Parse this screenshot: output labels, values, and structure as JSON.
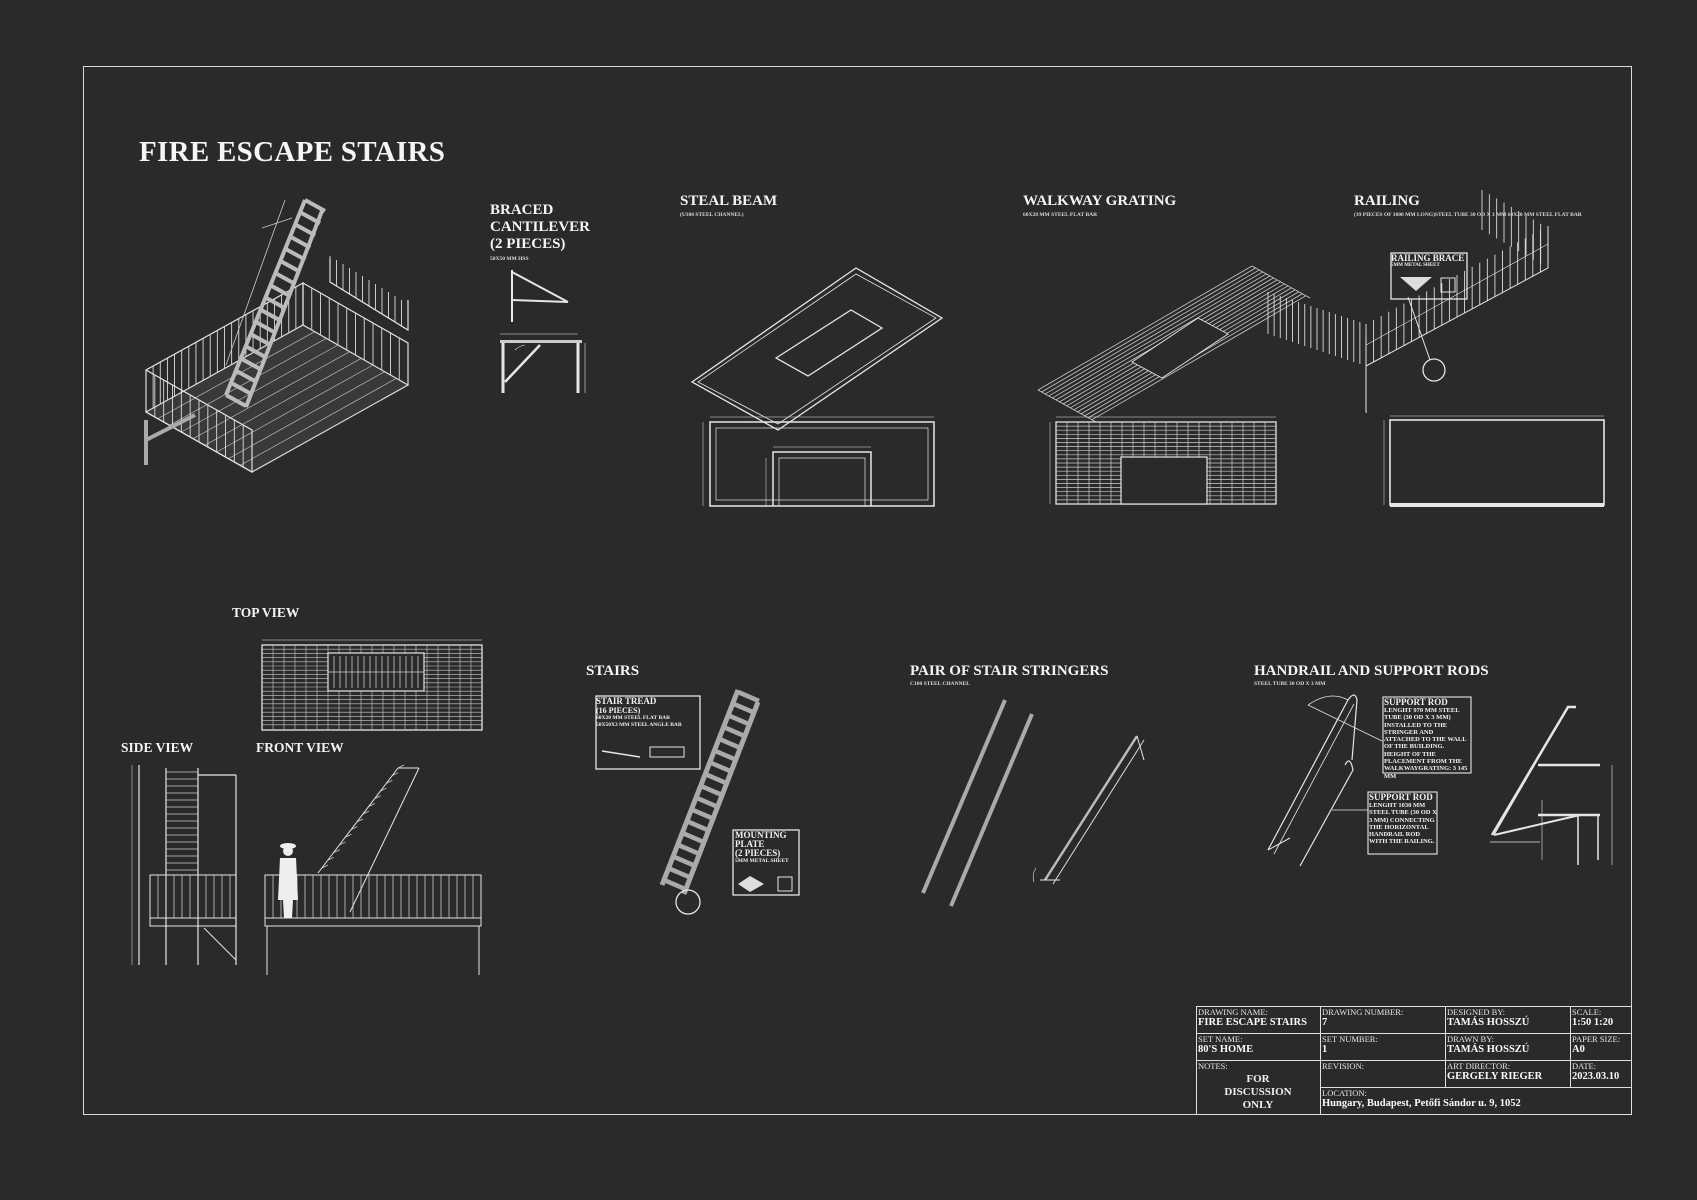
{
  "drawing": {
    "title": "FIRE ESCAPE STAIRS",
    "sections": {
      "braced_cantilever": {
        "title_lines": [
          "BRACED",
          "CANTILEVER",
          "(2 PIECES)"
        ],
        "spec": "50X50 MM HSS"
      },
      "steal_beam": {
        "title": "STEAL BEAM",
        "spec": "(U100 STEEL CHANNEL)"
      },
      "walkway_grating": {
        "title": "WALKWAY GRATING",
        "spec": "60X20 MM STEEL FLAT BAR"
      },
      "railing": {
        "title": "RAILING",
        "spec": "(39 PIECES OF 1000 MM LONG)STEEL TUBE 30 OD X 3 MM 60X20 MM STEEL FLAT BAR",
        "callout": "RAILING BRACE",
        "callout_spec": "5MM METAL SHEET"
      },
      "top_view": {
        "title": "TOP VIEW"
      },
      "side_view": {
        "title": "SIDE VIEW"
      },
      "front_view": {
        "title": "FRONT VIEW"
      },
      "stairs": {
        "title": "STAIRS",
        "tread_callout": {
          "title": "STAIR TREAD",
          "lines": [
            "(16 PIECES)",
            "60X20 MM STEEL FLAT BAR",
            "50X50X3 MM STEEL ANGLE BAR"
          ]
        },
        "plate_callout": {
          "title_lines": [
            "MOUNTING",
            "PLATE",
            "(2 PIECES)"
          ],
          "spec": "5MM METAL SHEET"
        }
      },
      "stringers": {
        "title": "PAIR OF STAIR STRINGERS",
        "spec": "C100 STEEL CHANNEL"
      },
      "handrail": {
        "title": "HANDRAIL AND SUPPORT RODS",
        "spec": "STEEL TUBE 30 OD X 3 MM",
        "support_rod_1": {
          "title": "SUPPORT ROD",
          "text": "LENGHT 970 MM STEEL TUBE (30 OD X 3 MM) INSTALLED TO THE STRINGER AND ATTACHED TO THE WALL OF THE BUILDING. HEIGHT OF THE PLACEMENT FROM THE WALKWAYGRATING: 3 145 MM"
        },
        "support_rod_2": {
          "title": "SUPPORT ROD",
          "text": "LENGHT 1030 MM STEEL TUBE (30 OD X 3 MM) CONNECTING THE HORIZONTAL HANDRAIL ROD WITH THE RAILING."
        }
      }
    }
  },
  "title_block": {
    "drawing_name_label": "DRAWING NAME:",
    "drawing_name": "FIRE ESCAPE STAIRS",
    "drawing_number_label": "DRAWING  NUMBER:",
    "drawing_number": "7",
    "designed_by_label": "DESIGNED BY:",
    "designed_by": "TAMÁS HOSSZÚ",
    "scale_label": "SCALE:",
    "scale": "1:50 1:20",
    "set_name_label": "SET NAME:",
    "set_name": "80'S HOME",
    "set_number_label": "SET NUMBER:",
    "set_number": "1",
    "drawn_by_label": "DRAWN BY:",
    "drawn_by": "TAMÁS HOSSZÚ",
    "paper_size_label": "PAPER SIZE:",
    "paper_size": "A0",
    "notes_label": "NOTES:",
    "notes": "FOR DISCUSSION ONLY",
    "revision_label": "REVISION:",
    "revision": "",
    "art_director_label": "ART DIRECTOR:",
    "art_director": "GERGELY RIEGER",
    "date_label": "DATE:",
    "date": "2023.03.10",
    "location_label": "LOCATION:",
    "location": "Hungary, Budapest, Petőfi Sándor u. 9, 1052"
  },
  "colors": {
    "background": "#2a2a2a",
    "line": "#e8e8e8",
    "fill": "#a8a8a8"
  }
}
